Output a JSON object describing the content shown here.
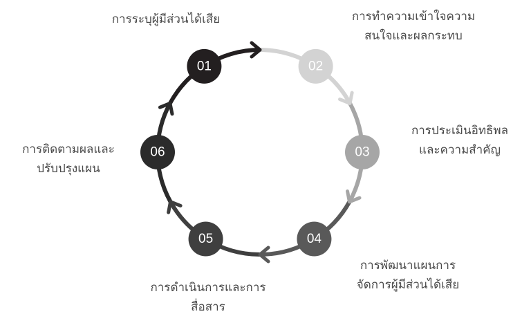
{
  "steps": [
    {
      "number": "01",
      "lines": [
        "การระบุผู้มีส่วนได้เสีย"
      ],
      "color": "#231f20"
    },
    {
      "number": "02",
      "lines": [
        "การทำความเข้าใจความ",
        "สนใจและผลกระทบ"
      ],
      "color": "#d3d3d3"
    },
    {
      "number": "03",
      "lines": [
        "การประเมินอิทธิพล",
        "และความสำคัญ"
      ],
      "color": "#a6a6a6"
    },
    {
      "number": "04",
      "lines": [
        "การพัฒนาแผนการ",
        "จัดการผู้มีส่วนได้เสีย"
      ],
      "color": "#595959"
    },
    {
      "number": "05",
      "lines": [
        "การดำเนินการและการ",
        "สื่อสาร"
      ],
      "color": "#3f3f3f"
    },
    {
      "number": "06",
      "lines": [
        "การติดตามผลและ",
        "ปรับปรุงแผน"
      ],
      "color": "#2b2b2b"
    }
  ]
}
